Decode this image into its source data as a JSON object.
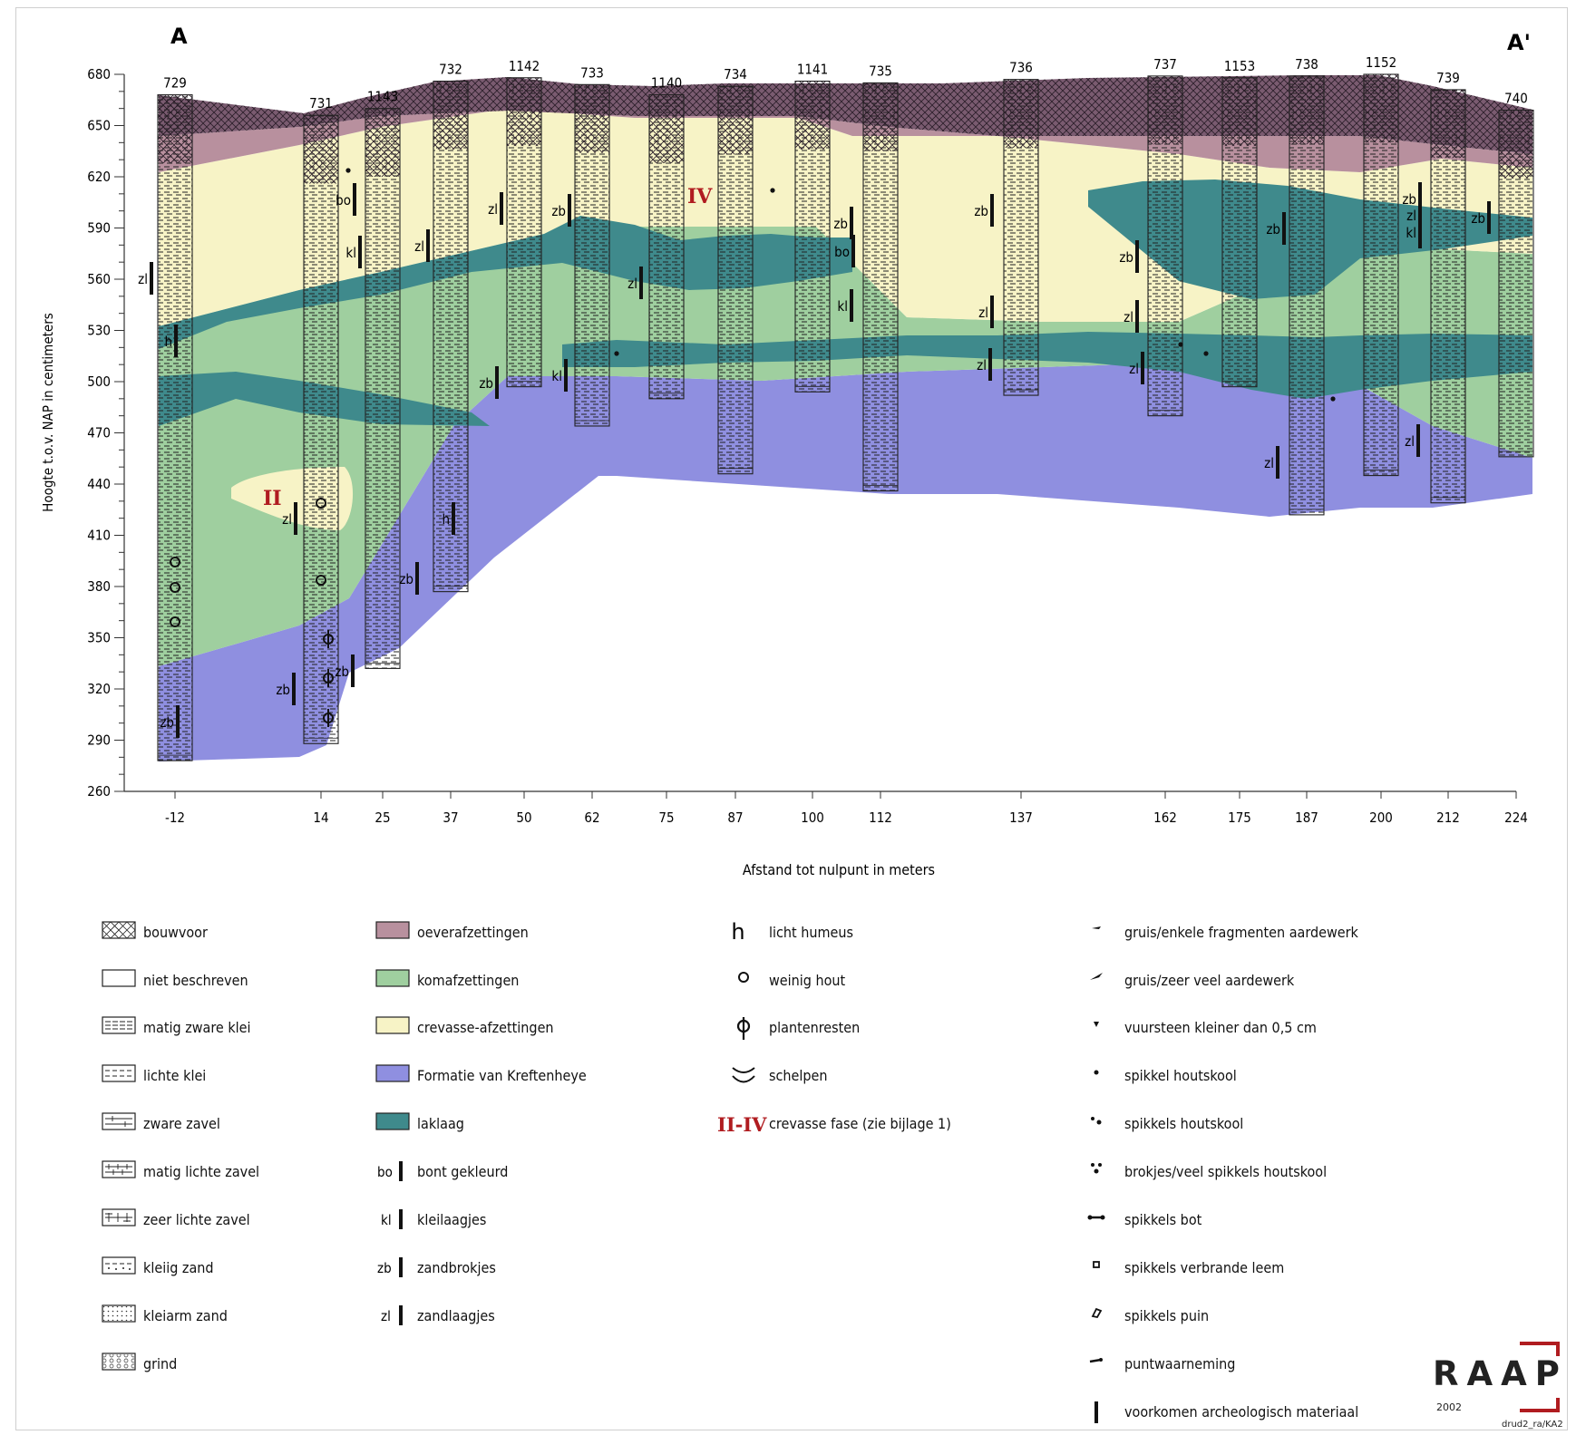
{
  "profile": {
    "start_label": "A",
    "end_label": "A'",
    "y_axis_label": "Hoogte t.o.v. NAP in centimeters",
    "x_axis_label": "Afstand tot nulpunt in meters",
    "y_ticks": [
      "680",
      "650",
      "620",
      "590",
      "560",
      "530",
      "500",
      "470",
      "440",
      "410",
      "380",
      "350",
      "320",
      "290",
      "260"
    ],
    "x_ticks": [
      "-12",
      "14",
      "25",
      "37",
      "50",
      "62",
      "75",
      "87",
      "100",
      "112",
      "137",
      "162",
      "175",
      "187",
      "200",
      "212",
      "224"
    ],
    "boreholes": [
      "729",
      "731",
      "1143",
      "732",
      "1142",
      "733",
      "1140",
      "734",
      "1141",
      "735",
      "736",
      "737",
      "1153",
      "738",
      "1152",
      "739",
      "740"
    ],
    "phase_labels": [
      "II",
      "IV"
    ],
    "annotations": [
      "zl",
      "zb",
      "h",
      "zl",
      "zb",
      "bo",
      "kl",
      "zb",
      "zl",
      "zb",
      "h",
      "zl",
      "zb",
      "zb",
      "kl",
      "zl",
      "zb",
      "bo",
      "kl",
      "zb",
      "zl",
      "zl",
      "zb",
      "zl",
      "zl",
      "zb",
      "zl",
      "zb",
      "zl",
      "kl",
      "zl",
      "zb",
      "zl"
    ]
  },
  "chart_data": {
    "type": "geological-cross-section",
    "x_unit": "Afstand tot nulpunt in meters",
    "y_unit": "Hoogte t.o.v. NAP in centimeters",
    "ylim": [
      260,
      680
    ],
    "xlim": [
      -12,
      224
    ],
    "boreholes": [
      {
        "id": "729",
        "x": -12,
        "top": 668,
        "bottom": 278
      },
      {
        "id": "731",
        "x": 14,
        "top": 656,
        "bottom": 288
      },
      {
        "id": "1143",
        "x": 25,
        "top": 660,
        "bottom": 332
      },
      {
        "id": "732",
        "x": 37,
        "top": 676,
        "bottom": 377
      },
      {
        "id": "1142",
        "x": 50,
        "top": 678,
        "bottom": 497
      },
      {
        "id": "733",
        "x": 62,
        "top": 674,
        "bottom": 474
      },
      {
        "id": "1140",
        "x": 75,
        "top": 668,
        "bottom": 490
      },
      {
        "id": "734",
        "x": 87,
        "top": 673,
        "bottom": 446
      },
      {
        "id": "1141",
        "x": 100,
        "top": 676,
        "bottom": 494
      },
      {
        "id": "735",
        "x": 112,
        "top": 675,
        "bottom": 436
      },
      {
        "id": "736",
        "x": 137,
        "top": 677,
        "bottom": 492
      },
      {
        "id": "737",
        "x": 162,
        "top": 679,
        "bottom": 480
      },
      {
        "id": "1153",
        "x": 175,
        "top": 678,
        "bottom": 497
      },
      {
        "id": "738",
        "x": 187,
        "top": 679,
        "bottom": 422
      },
      {
        "id": "1152",
        "x": 200,
        "top": 680,
        "bottom": 445
      },
      {
        "id": "739",
        "x": 212,
        "top": 671,
        "bottom": 429
      },
      {
        "id": "740",
        "x": 224,
        "top": 659,
        "bottom": 456
      }
    ],
    "phases": [
      "II",
      "IV"
    ]
  },
  "legend": {
    "lithology": [
      "bouwvoor",
      "niet beschreven",
      "matig zware klei",
      "lichte klei",
      "zware zavel",
      "matig lichte zavel",
      "zeer lichte zavel",
      "kleiig zand",
      "kleiarm zand",
      "grind"
    ],
    "units": [
      "oeverafzettingen",
      "komafzettingen",
      "crevasse-afzettingen",
      "Formatie van Kreftenheye",
      "laklaag"
    ],
    "markers": [
      {
        "code": "bo",
        "label": "bont gekleurd"
      },
      {
        "code": "kl",
        "label": "kleilaagjes"
      },
      {
        "code": "zb",
        "label": "zandbrokjes"
      },
      {
        "code": "zl",
        "label": "zandlaagjes"
      }
    ],
    "features": [
      {
        "glyph": "h",
        "label": "licht humeus"
      },
      {
        "glyph": "o",
        "label": "weinig hout"
      },
      {
        "glyph": "ϕ",
        "label": "plantenresten"
      },
      {
        "glyph": "‿",
        "label": "schelpen"
      },
      {
        "glyph": "II-IV",
        "label": "crevasse fase (zie bijlage 1)"
      }
    ],
    "finds": [
      "gruis/enkele fragmenten aardewerk",
      "gruis/zeer veel aardewerk",
      "vuursteen kleiner dan 0,5 cm",
      "spikkel houtskool",
      "spikkels houtskool",
      "brokjes/veel spikkels houtskool",
      "spikkels bot",
      "spikkels verbrande leem",
      "spikkels puin",
      "puntwaarneming",
      "voorkomen archeologisch materiaal"
    ]
  },
  "colors": {
    "bouwvoor": "#7a5b70",
    "oeverafzettingen": "#b8909e",
    "komafzettingen": "#9fcf9f",
    "crevasse": "#f7f3c6",
    "kreftenheye": "#8f8fe0",
    "laklaag": "#3f8a8c",
    "phase_label": "#b01c20"
  },
  "logo": {
    "text": "RAAP",
    "year": "2002",
    "code": "drud2_ra/KA2"
  }
}
